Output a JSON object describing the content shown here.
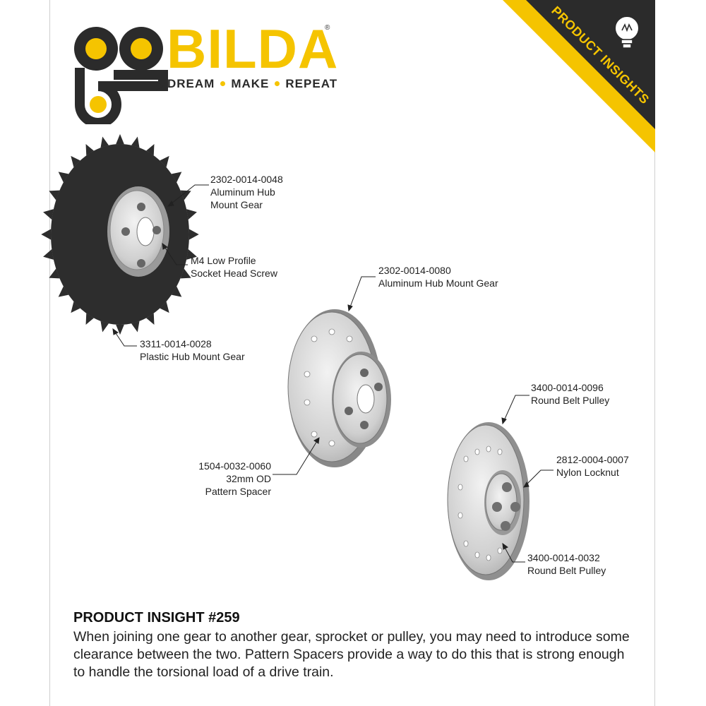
{
  "brand": {
    "word": "BILDA",
    "reg": "®",
    "tagline": [
      "DREAM",
      "MAKE",
      "REPEAT"
    ],
    "colors": {
      "yellow": "#f5c400",
      "dark": "#2b2b2b"
    }
  },
  "banner": {
    "text": "PRODUCT INSIGHTS",
    "icon": "lightbulb-icon"
  },
  "callouts": {
    "c1": "2302-0014-0048\nAluminum Hub\nMount Gear",
    "c2": "M4 Low Profile\nSocket Head Screw",
    "c3": "3311-0014-0028\nPlastic Hub Mount Gear",
    "c4": "2302-0014-0080\nAluminum Hub Mount Gear",
    "c5": "1504-0032-0060\n32mm OD\nPattern Spacer",
    "c6": "3400-0014-0096\nRound Belt Pulley",
    "c7": "2812-0004-0007\nNylon Locknut",
    "c8": "3400-0014-0032\nRound Belt Pulley"
  },
  "insight": {
    "title": "PRODUCT INSIGHT #259",
    "body": "When joining one gear to another gear, sprocket or pulley, you may need to introduce some clearance between the two. Pattern Spacers provide a way to do this that is strong enough to handle the torsional load of a drive train."
  }
}
